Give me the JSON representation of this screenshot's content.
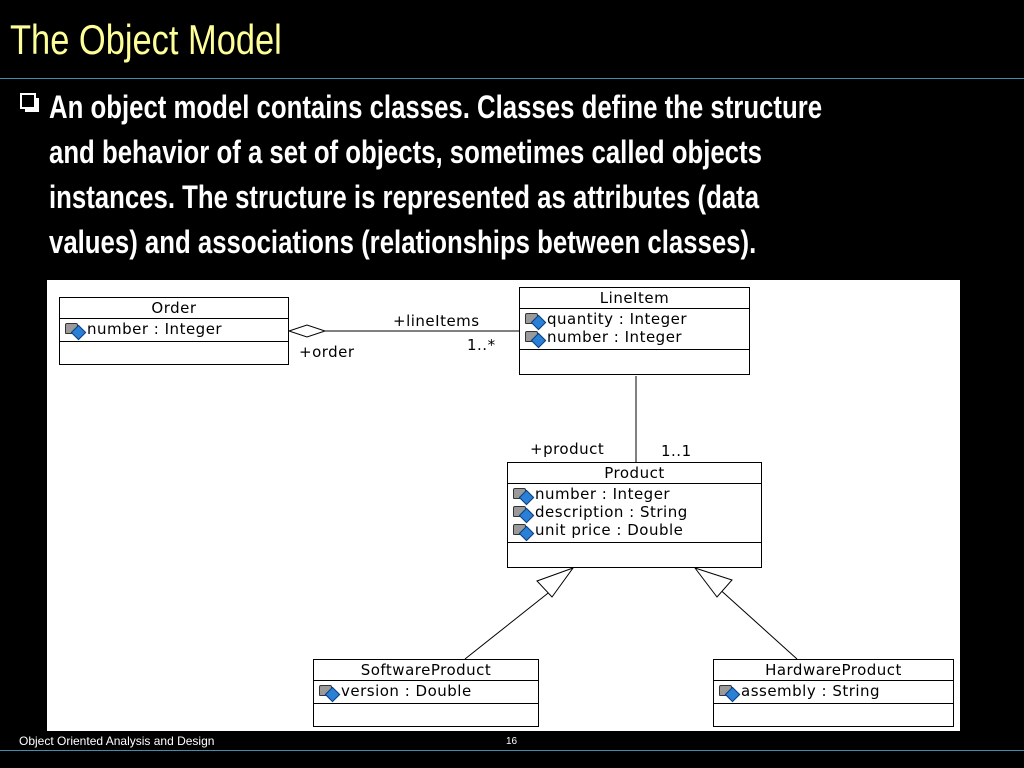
{
  "slide": {
    "title": "The Object Model",
    "body_lines": [
      "An object model contains classes.  Classes define the structure",
      "and behavior of a set of objects, sometimes called objects",
      "instances. The structure is represented as attributes (data",
      "values) and associations (relationships between classes)."
    ]
  },
  "diagram": {
    "classes": {
      "order": {
        "name": "Order",
        "attributes": [
          "number : Integer"
        ]
      },
      "lineitem": {
        "name": "LineItem",
        "attributes": [
          "quantity : Integer",
          "number : Integer"
        ]
      },
      "product": {
        "name": "Product",
        "attributes": [
          "number : Integer",
          "description : String",
          "unit price : Double"
        ]
      },
      "software": {
        "name": "SoftwareProduct",
        "attributes": [
          "version : Double"
        ]
      },
      "hardware": {
        "name": "HardwareProduct",
        "attributes": [
          "assembly : String"
        ]
      }
    },
    "labels": {
      "line_items_role": "+lineItems",
      "line_items_mult": "1..*",
      "order_role": "+order",
      "product_role": "+product",
      "product_mult": "1..1"
    },
    "attribute_icon": "lock-attribute-icon"
  },
  "footer": {
    "course": "Object Oriented Analysis and Design",
    "page": "16"
  },
  "colors": {
    "background": "#000000",
    "title": "#FFFF99",
    "text": "#FFFFFF",
    "rule": "#3f8fb0"
  }
}
